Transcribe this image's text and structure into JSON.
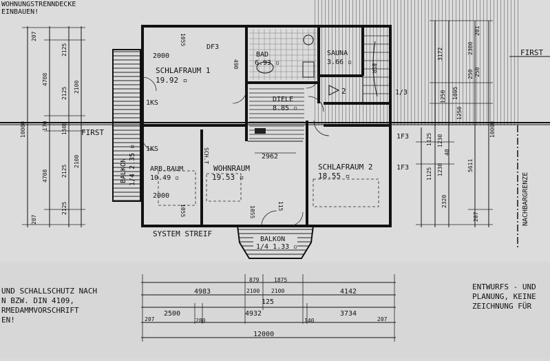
{
  "header": {
    "top_line_1": "WOHNUNGSTRENNDECKE",
    "top_line_2": "EINBAUEN!"
  },
  "rooms": {
    "schlafraum1": {
      "name": "SCHLAFRAUM 1",
      "area": "19.92 ▫"
    },
    "bad": {
      "name": "BAD",
      "area": "6.93 ▫"
    },
    "sauna": {
      "name": "SAUNA",
      "area": "3.66 ▫"
    },
    "diele": {
      "name": "DIELE",
      "area": "8.85 ▫"
    },
    "arbraum": {
      "name": "ARB.RAUM",
      "area": "10.49 ▫"
    },
    "wohnraum": {
      "name": "WOHNRAUM",
      "area": "19.53 ▫"
    },
    "schlafraum2": {
      "name": "SCHLAFRAUM 2",
      "area": "18.55 ▫"
    },
    "balkon_left": {
      "name": "BALKON",
      "area": "1/4 2.35 ▫"
    },
    "balkon_bottom": {
      "name": "BALKON",
      "area": "1/4 1.33 ▫"
    }
  },
  "labels": {
    "first_left": "FIRST",
    "first_right": "FIRST",
    "system_streif": "SYSTEM STREIF",
    "nachbargrenze": "NACHBARGRENZE",
    "schacht": "SCH.T",
    "df3": "DF3",
    "ks_1": "1KS",
    "ks_2": "1KS",
    "stair_no": "2",
    "r13": "1/3",
    "r1f3_1": "1F3",
    "r1f3_2": "1F3",
    "bsr": "BSR"
  },
  "dims_inner": {
    "d2000_top": "2000",
    "d1055_top": "1055",
    "d2000_bot": "2000",
    "d1055_bot": "1055",
    "d1055_door": "1055",
    "d115": "115",
    "d2962": "2962",
    "d490": "490"
  },
  "dims_left": {
    "outer": [
      "207",
      "4708",
      "170",
      "4708",
      "207"
    ],
    "outer_total": "10000",
    "mid": [
      "2125",
      "2125",
      "1500",
      "2125",
      "2125"
    ],
    "inner": [
      "2100",
      "2100"
    ]
  },
  "dims_right": {
    "col1": [
      "1125",
      "1125"
    ],
    "col2": [
      "1230",
      "40",
      "1230"
    ],
    "col3": [
      "2380",
      "250",
      "5611",
      "2320",
      "207"
    ],
    "col4": [
      "3172",
      "1095"
    ],
    "col5": [
      "10000",
      "201"
    ],
    "small": [
      "1250",
      "1250",
      "250"
    ]
  },
  "dims_bottom": {
    "row1": [
      "879",
      "1875"
    ],
    "row2": [
      "4983",
      "2100",
      "2100",
      "4142"
    ],
    "row3": [
      "125"
    ],
    "row4": [
      "207",
      "2500",
      "280",
      "4932",
      "140",
      "3734",
      "207"
    ],
    "total": "12000"
  },
  "notes": {
    "left_1": "UND SCHALLSCHUTZ NACH",
    "left_2": "N BZW. DIN 4109,",
    "left_3": "RMEDAMMVORSCHRIFT",
    "left_4": "EN!",
    "right_1": "ENTWURFS - UND",
    "right_2": "PLANUNG, KEINE",
    "right_3": "ZEICHNUNG FÜR"
  }
}
